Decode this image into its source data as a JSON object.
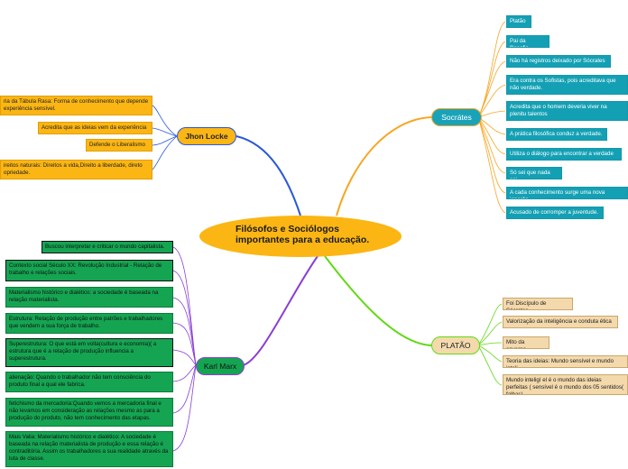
{
  "central": {
    "title": "Filósofos e Sociólogos importantes para a educação."
  },
  "topics": {
    "socrates": "Socrátes",
    "locke": "Jhon Locke",
    "platao": "PLATÃO",
    "marx": "Karl Marx"
  },
  "socrates_items": [
    "Platão",
    "Pai da filosofia",
    "Não há registros deixado por Sócrates",
    "Era contra os Sofistas, pois acreditava que não verdade.",
    "Acredita que o homem deveria viver na plenitu talentos",
    "A prática filosófica conduz a verdade.",
    "Utiliza o diálogo para encontrar a verdade",
    "Só sei que nada sei",
    "A cada conhecimento surge uma nova ignorân",
    "Acusado de corromper a juventude."
  ],
  "locke_items": [
    "ria da Tábula Rasa: Forma de conhecimento que depende experiência sensível.",
    "Acredita que as ideias vem da experiência",
    "Defende o Liberalismo",
    "ireitos naturais: Direitos a vida,Direito a liberdade, direto opriedade."
  ],
  "platao_items": [
    "Foi Discípulo de Sócrates",
    "Valorização da inteligência e conduta ética",
    "Mito da caverna",
    "Teoria das ideias: Mundo sensível e mundo inteli",
    "Mundo inteligí el é o mundo das ideias perfeitas ( sensível é o mundo dos 05 sentidos( falhas)."
  ],
  "marx_items": [
    "Buscou interpretar e criticar o mundo capitalista.",
    "Contexto social Século XX: Revolução Industrial - Relação de trabalho e relações sociais.",
    "Materialismo histórico e dialético: a sociedade é baseada na relação materialista.",
    "Estrutura: Relação de produção entre patrões e trabalhadores que vendem a sua força de trabalho.",
    "Superestrutura: O que está em volta(cultura e economia)( a estrutura que é a relação de produção influencia a superestrutura.",
    "alienação: Quando o trabalhador não tem consciência do produto final a qual ele fabrica.",
    "fetichismo da mercadoria:Quando vemos a mercadoria final e não levamos em consideração as relações mesmo as para a produção do produto, não tem conhecimento das etapas.",
    "Mais Valia: Materialismo histórico e dialético: A sociedade é baseada na relação materialista de produção e essa relação é contraditória. Assim os trabalhadores a sua realidade através da luta de classe."
  ],
  "colors": {
    "socrates": "#1aa3b8",
    "locke": "#fbb614",
    "platao": "#f3d9ac",
    "marx": "#15a552",
    "link_socrates": "#f6a623",
    "link_locke": "#2a59d8",
    "link_platao": "#62d916",
    "link_marx": "#8a3fd6"
  }
}
